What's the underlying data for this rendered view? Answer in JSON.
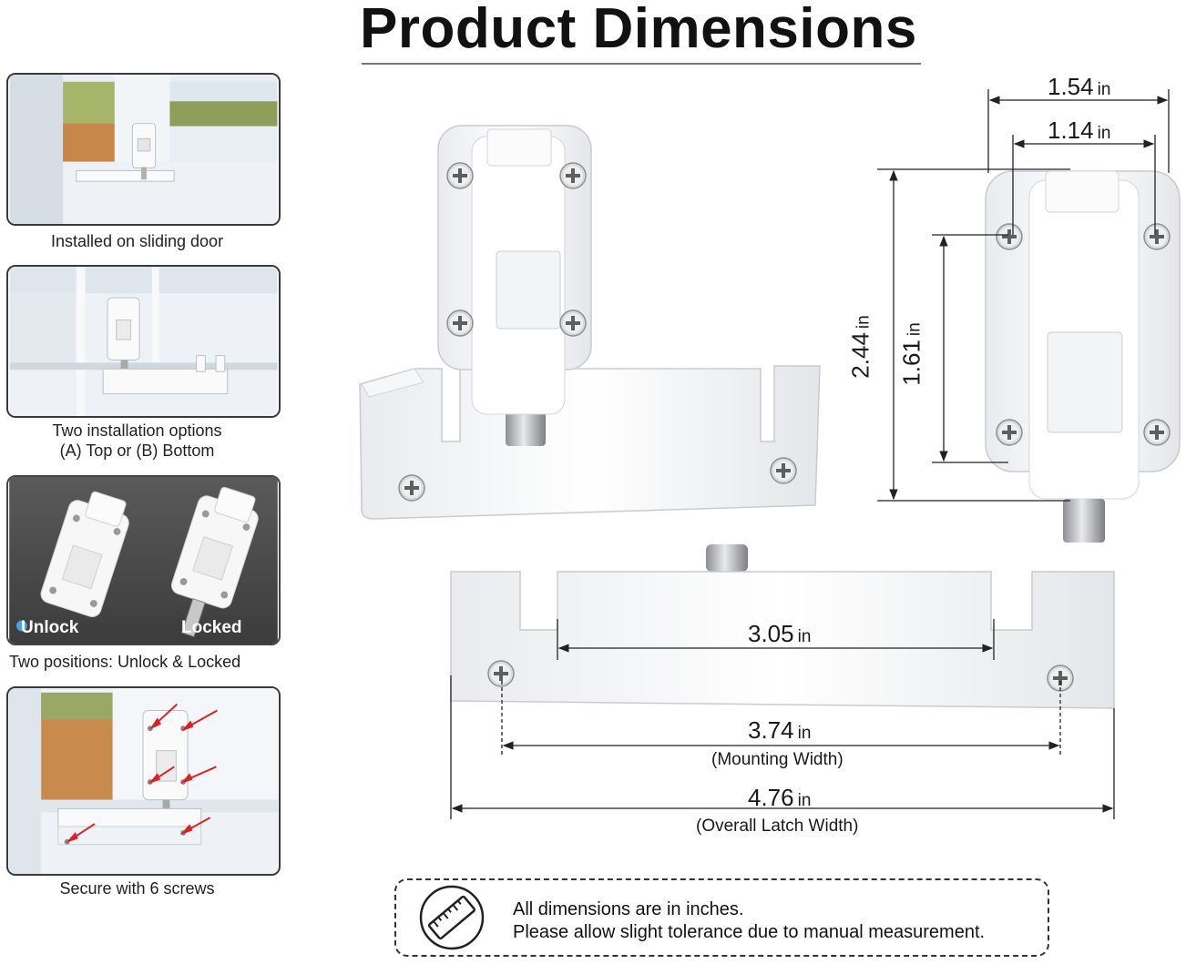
{
  "title": "Product Dimensions",
  "thumbnails": [
    {
      "caption": "Installed on sliding door"
    },
    {
      "caption_line1": "Two installation options",
      "caption_line2": "(A) Top or (B) Bottom"
    },
    {
      "caption": "Two positions: Unlock & Locked",
      "label_left": "Unlock",
      "label_right": "Locked"
    },
    {
      "caption": "Secure with 6 screws"
    }
  ],
  "dimensions": {
    "top_outer": {
      "value": "1.54",
      "unit": "in"
    },
    "top_inner": {
      "value": "1.14",
      "unit": "in"
    },
    "height_outer": {
      "value": "2.44",
      "unit": "in"
    },
    "height_inner": {
      "value": "1.61",
      "unit": "in"
    },
    "slot_width": {
      "value": "3.05",
      "unit": "in"
    },
    "mounting_width": {
      "value": "3.74",
      "unit": "in",
      "label": "(Mounting Width)"
    },
    "overall_width": {
      "value": "4.76",
      "unit": "in",
      "label": "(Overall Latch Width)"
    }
  },
  "note": {
    "line1": "All dimensions are in inches.",
    "line2": "Please allow slight tolerance due to manual measurement."
  },
  "colors": {
    "arrow": "#e02020",
    "unlock_dot": "#4aa3e0",
    "panel_dark": "#4a4a4a"
  }
}
